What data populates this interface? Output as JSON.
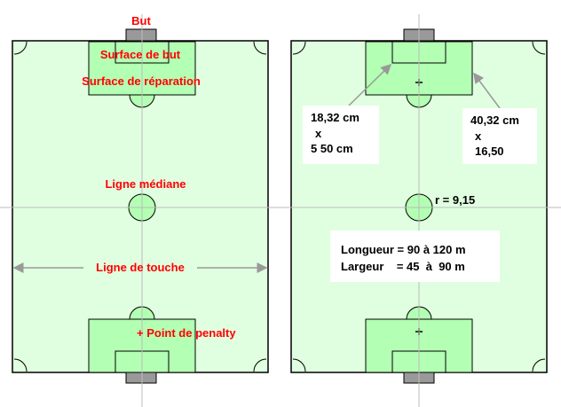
{
  "labels": {
    "goal": "But",
    "goal_area": "Surface de but",
    "penalty_area": "Surface de réparation",
    "halfway_line": "Ligne médiane",
    "touch_line": "Ligne de touche",
    "penalty_spot": "+ Point de penalty"
  },
  "dimensions": {
    "goal_area": [
      "18,32 cm",
      "x",
      "5 50 cm"
    ],
    "penalty_area": [
      "40,32 cm",
      "x",
      "16,50"
    ],
    "center_radius": "r = 9,15",
    "length": "Longueur = 90 à 120 m",
    "width": "Largeur    = 45  à  90 m"
  },
  "colors": {
    "field": "#e0ffe0",
    "area": "#b3ffb3",
    "goal": "#999999",
    "label": "#ff0000"
  }
}
